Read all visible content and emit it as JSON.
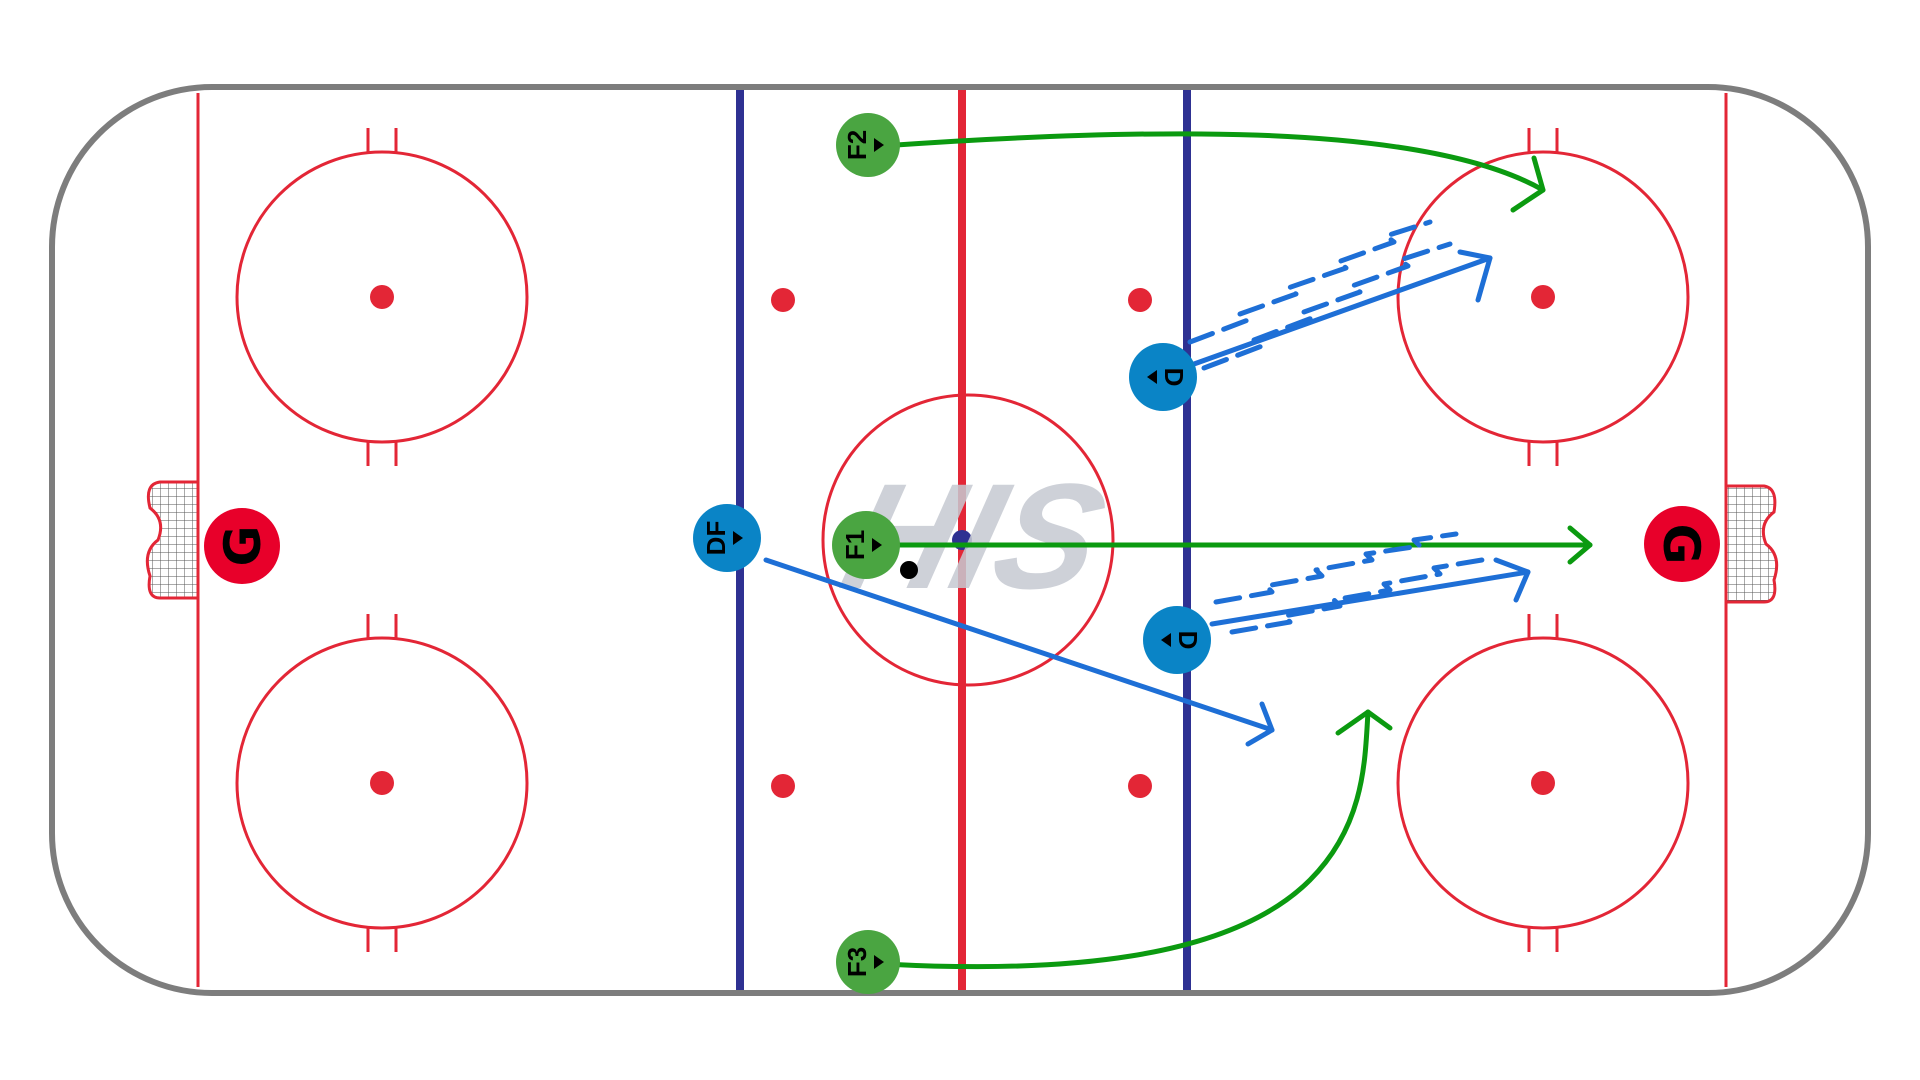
{
  "colors": {
    "boards": "#7d7d7d",
    "red_line": "#e32636",
    "blue_line": "#2e3192",
    "forward_fill": "#4aa541",
    "defense_fill": "#0a84c6",
    "goalie_fill": "#e8002a",
    "green_path": "#0b9a10",
    "blue_path": "#1e6fd6",
    "puck": "#000000"
  },
  "watermark": {
    "text": "HIS"
  },
  "players": {
    "f1": {
      "label": "F1",
      "role": "forward"
    },
    "f2": {
      "label": "F2",
      "role": "forward"
    },
    "f3": {
      "label": "F3",
      "role": "forward"
    },
    "df": {
      "label": "DF",
      "role": "defense"
    },
    "d_top": {
      "label": "D",
      "role": "defense"
    },
    "d_bottom": {
      "label": "D",
      "role": "defense"
    },
    "goalie_left": {
      "label": "G",
      "role": "goalie"
    },
    "goalie_right": {
      "label": "G",
      "role": "goalie"
    }
  },
  "paths": {
    "f1": {
      "type": "skate",
      "color": "green"
    },
    "f2": {
      "type": "skate",
      "color": "green"
    },
    "f3": {
      "type": "skate",
      "color": "green"
    },
    "df": {
      "type": "skate",
      "color": "blue"
    },
    "d_top": {
      "type": "skate-with-puck",
      "color": "blue"
    },
    "d_bottom": {
      "type": "skate-with-puck",
      "color": "blue"
    }
  }
}
